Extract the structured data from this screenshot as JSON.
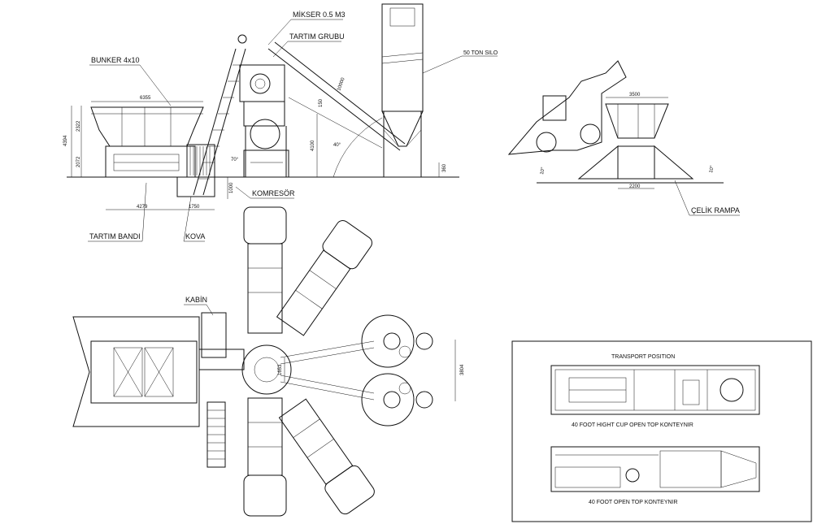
{
  "labels": {
    "mikser": "MİKSER 0.5 M3",
    "tartim_grubu": "TARTIM GRUBU",
    "silo": "50 TON SILO",
    "bunker": "BUNKER 4x10",
    "kompresor": "KOMRESÖR",
    "tartim_bandi": "TARTIM BANDI",
    "kova": "KOVA",
    "celik_rampa": "ÇELİK RAMPA",
    "kabin": "KABİN"
  },
  "dimensions": {
    "d6355": "6355",
    "d4394": "4394",
    "d2322": "2322",
    "d2072": "2072",
    "d4279": "4279",
    "d1750": "1750",
    "d1000": "1000",
    "d10000": "10000",
    "d150": "150",
    "d4100": "4100",
    "d40deg": "40°",
    "d70deg": "70°",
    "d360": "360",
    "d3500": "3500",
    "d2200": "2200",
    "d10a": "10°",
    "d10b": "10°",
    "d3804": "3804",
    "d1653": "1653"
  },
  "transport": {
    "title": "TRANSPORT POSITION",
    "container1": "40 FOOT HIGHT CUP OPEN TOP KONTEYNIR",
    "container2": "40 FOOT  OPEN TOP KONTEYNIR"
  }
}
